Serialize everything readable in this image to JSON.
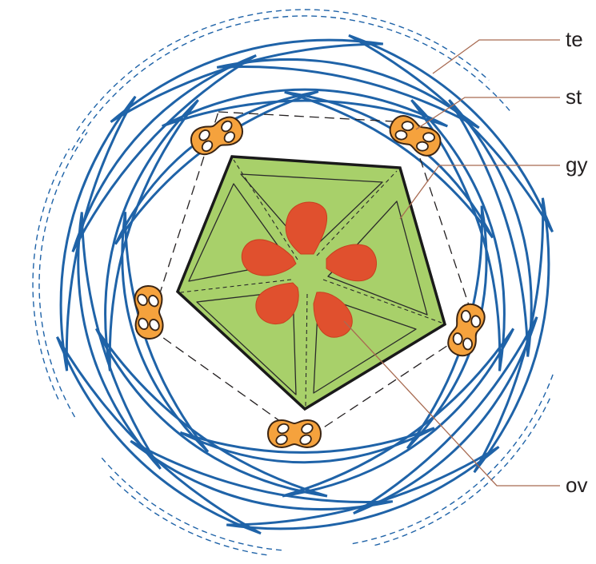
{
  "labels": {
    "te": "te",
    "st": "st",
    "gy": "gy",
    "ov": "ov"
  },
  "colors": {
    "tepal": "#1f63a8",
    "stamen_fill": "#f5a23d",
    "stamen_stroke": "#3a2413",
    "gynoecium": "#a8d06a",
    "ovule": "#e0502e",
    "leader": "#a86b52",
    "outline": "#231f20"
  }
}
